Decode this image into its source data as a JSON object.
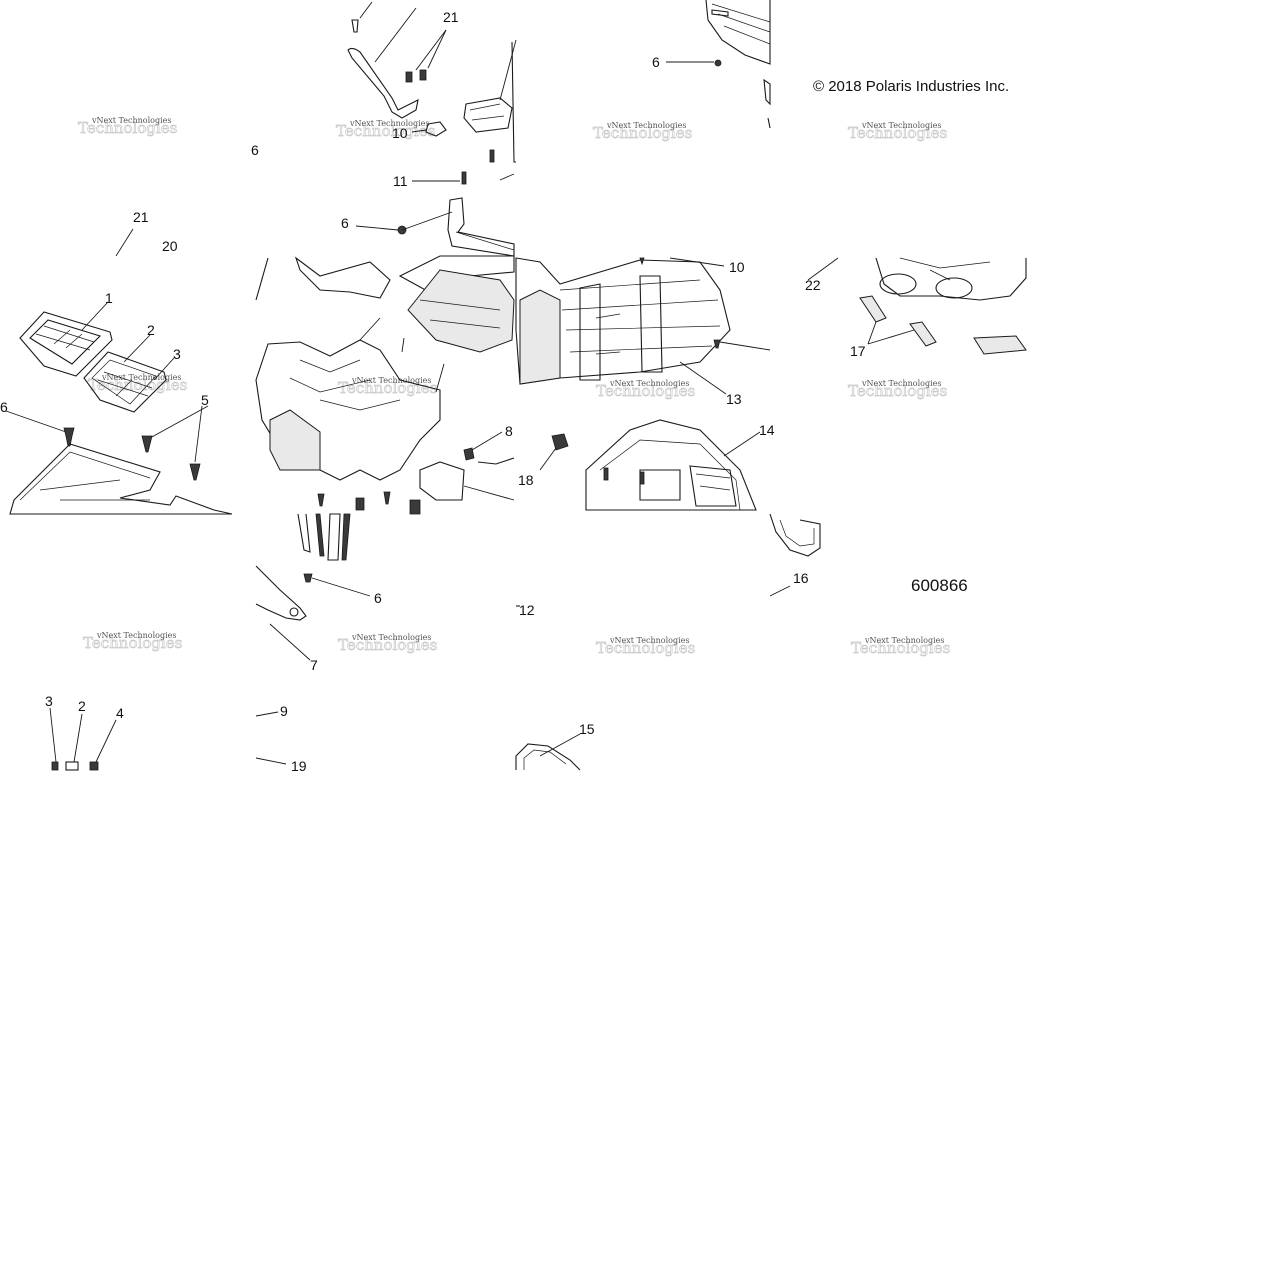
{
  "copyright": "© 2018 Polaris Industries Inc.",
  "diagram_ref": "600866",
  "watermark": {
    "line1": "vNext Technologies",
    "line2": "Technologies"
  },
  "callouts": [
    "21",
    "10",
    "11",
    "6",
    "21",
    "20",
    "1",
    "2",
    "3",
    "6",
    "5",
    "8",
    "10",
    "13",
    "14",
    "18",
    "22",
    "17",
    "6",
    "7",
    "12",
    "16",
    "9",
    "19",
    "3",
    "2",
    "4",
    "15",
    "6",
    "6"
  ]
}
